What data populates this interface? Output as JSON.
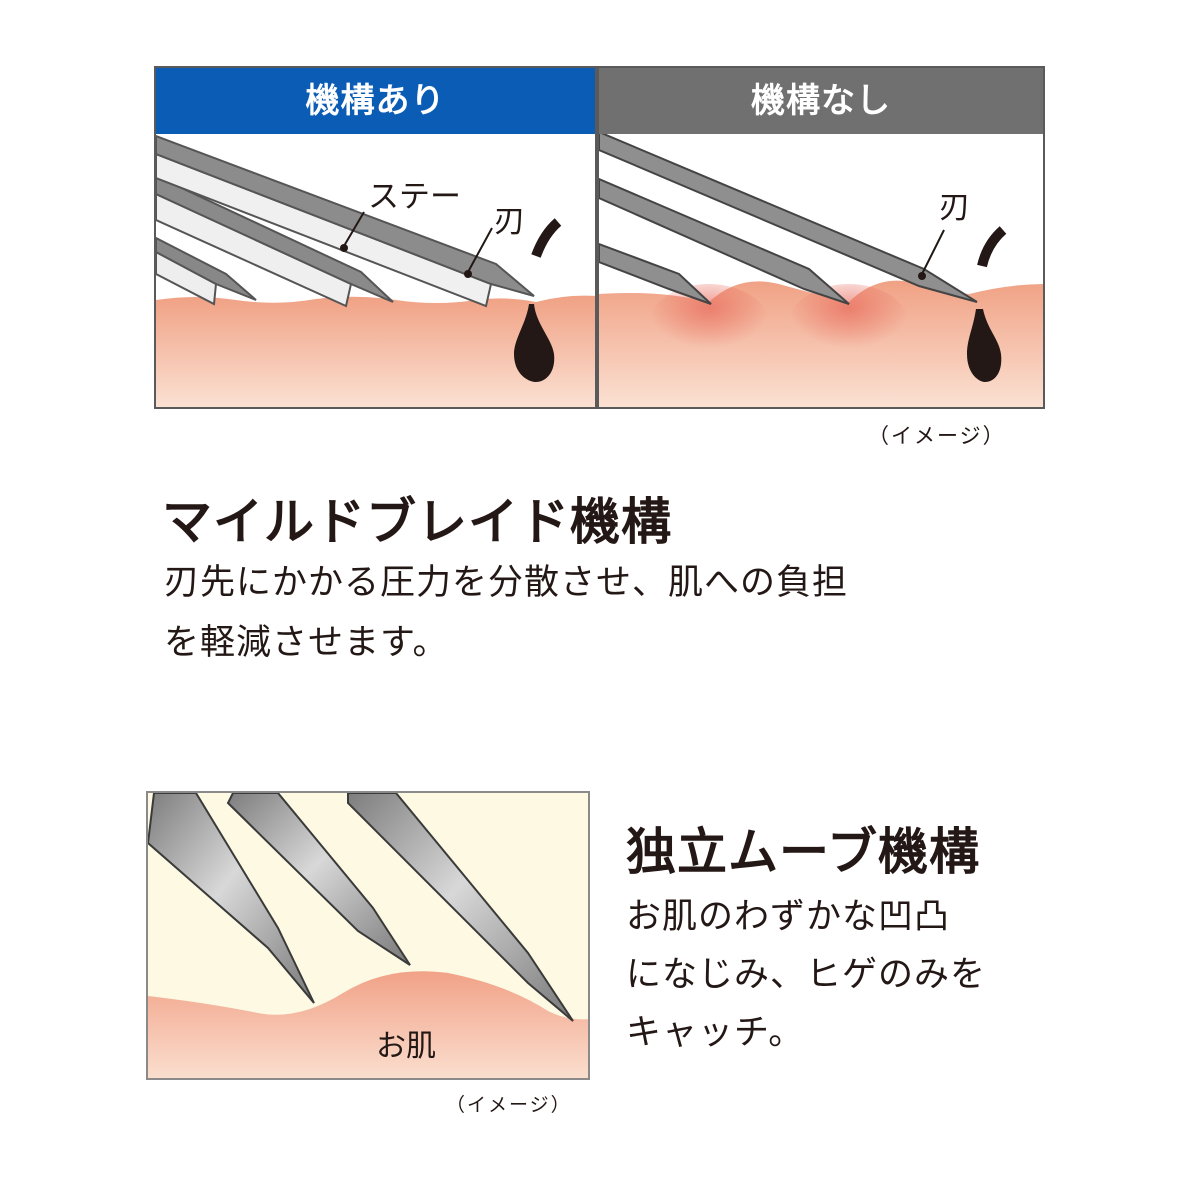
{
  "comparison": {
    "with_mechanism": {
      "header": "機構あり",
      "header_color": "#0a5cb4",
      "labels": {
        "stay": "ステー",
        "blade": "刃"
      }
    },
    "without_mechanism": {
      "header": "機構なし",
      "header_color": "#707070",
      "labels": {
        "blade": "刃"
      }
    },
    "image_note": "（イメージ）"
  },
  "mild_blade": {
    "title": "マイルドブレイド機構",
    "description_line1": "刃先にかかる圧力を分散させ、肌への負担",
    "description_line2": "を軽減させます。"
  },
  "independent_move": {
    "diagram": {
      "skin_label": "お肌",
      "image_note": "（イメージ）"
    },
    "title": "独立ムーブ機構",
    "description_line1": "お肌のわずかな凹凸",
    "description_line2": "になじみ、ヒゲのみを",
    "description_line3": "キャッチ。"
  },
  "colors": {
    "skin_top": "#f0a184",
    "skin_bottom": "#fbe0d2",
    "cream_bg": "#fdf9e2",
    "border": "#5a5a5a"
  }
}
